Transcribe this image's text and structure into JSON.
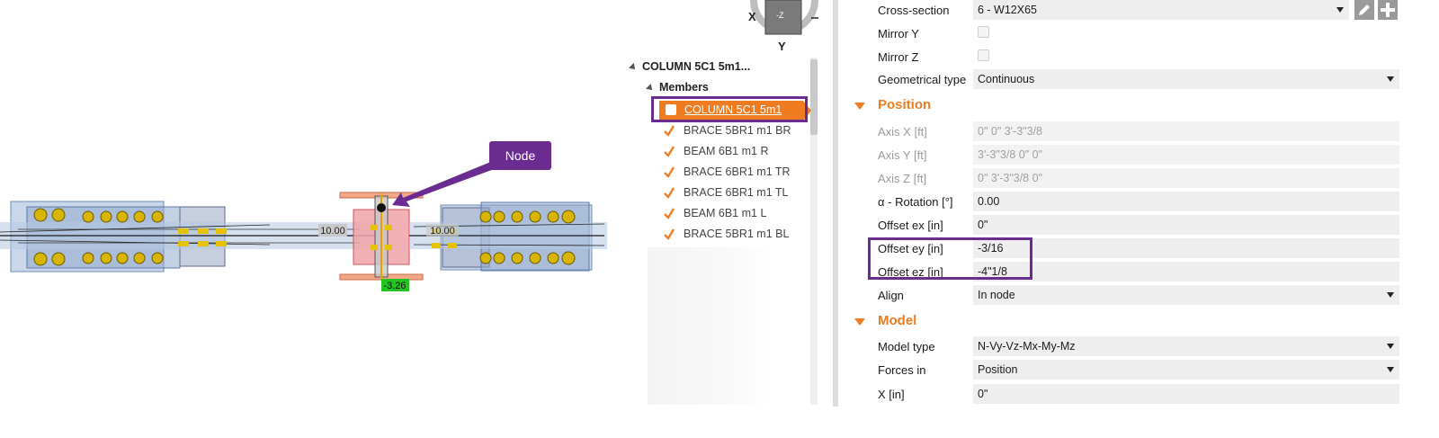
{
  "viewport": {
    "callout_label": "Node",
    "dimension_left": "10.00",
    "dimension_right": "10.00",
    "node_value": "-3.26"
  },
  "nav_cube": {
    "face": "-Z",
    "x_axis": "X",
    "y_axis": "Y"
  },
  "tree": {
    "root_label": "COLUMN 5C1 5m1...",
    "group_label": "Members",
    "selected_item": "COLUMN 5C1 5m1",
    "items": [
      "BRACE 5BR1 m1  BR",
      "BEAM 6B1 m1  R",
      "BRACE 6BR1 m1  TR",
      "BRACE 6BR1 m1  TL",
      "BEAM 6B1 m1  L",
      "BRACE 5BR1 m1  BL"
    ]
  },
  "properties": {
    "cross_section": {
      "label": "Cross-section",
      "value": "6 - W12X65"
    },
    "mirror_y": {
      "label": "Mirror Y"
    },
    "mirror_z": {
      "label": "Mirror Z"
    },
    "geometrical_type": {
      "label": "Geometrical type",
      "value": "Continuous"
    },
    "position_section": "Position",
    "axis_x": {
      "label": "Axis X [ft]",
      "value": "0\" 0\" 3'-3\"3/8"
    },
    "axis_y": {
      "label": "Axis Y [ft]",
      "value": "3'-3\"3/8 0\" 0\""
    },
    "axis_z": {
      "label": "Axis Z [ft]",
      "value": "0\" 3'-3\"3/8 0\""
    },
    "rotation": {
      "label": "α - Rotation [°]",
      "value": "0.00"
    },
    "offset_ex": {
      "label": "Offset ex [in]",
      "value": "0\""
    },
    "offset_ey": {
      "label": "Offset ey [in]",
      "value": "-3/16"
    },
    "offset_ez": {
      "label": "Offset ez [in]",
      "value": "-4\"1/8"
    },
    "align": {
      "label": "Align",
      "value": "In node"
    },
    "model_section": "Model",
    "model_type": {
      "label": "Model type",
      "value": "N-Vy-Vz-Mx-My-Mz"
    },
    "forces_in": {
      "label": "Forces in",
      "value": "Position"
    },
    "x_in": {
      "label": "X [in]",
      "value": "0\""
    }
  },
  "colors": {
    "accent": "#f07c22",
    "highlight": "#6a2c91",
    "field_bg": "#eeeeee",
    "dimension_tag": "#22c322"
  }
}
